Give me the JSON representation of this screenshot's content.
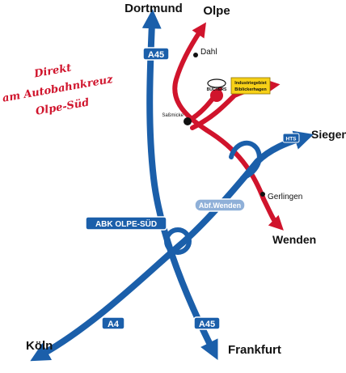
{
  "slogan": {
    "line1": "Direkt",
    "line2": "am Autobahnkreuz",
    "line3": "Olpe-Süd"
  },
  "cities": {
    "north": "Dortmund",
    "olpe": "Olpe",
    "east": "Siegen",
    "south_east": "Wenden",
    "west": "Köln",
    "south": "Frankfurt"
  },
  "towns": {
    "dahl": "Dahl",
    "sassmicke": "Saßmicke",
    "gerlingen": "Gerlingen"
  },
  "shields": {
    "a45_north": "A45",
    "a45_south": "A45",
    "a4": "A4",
    "junction": "ABK OLPE-SÜD",
    "exit": "Abf.Wenden",
    "hts": "HTS"
  },
  "destination": {
    "line1": "Industriegebiet",
    "line2": "Biblickerhagen"
  },
  "logo": "BÜCHERS",
  "colors": {
    "motorway": "#1b5faa",
    "local_road": "#d0142c",
    "sign_yellow": "#f7d117",
    "exit_sign": "#8fb0d8"
  }
}
